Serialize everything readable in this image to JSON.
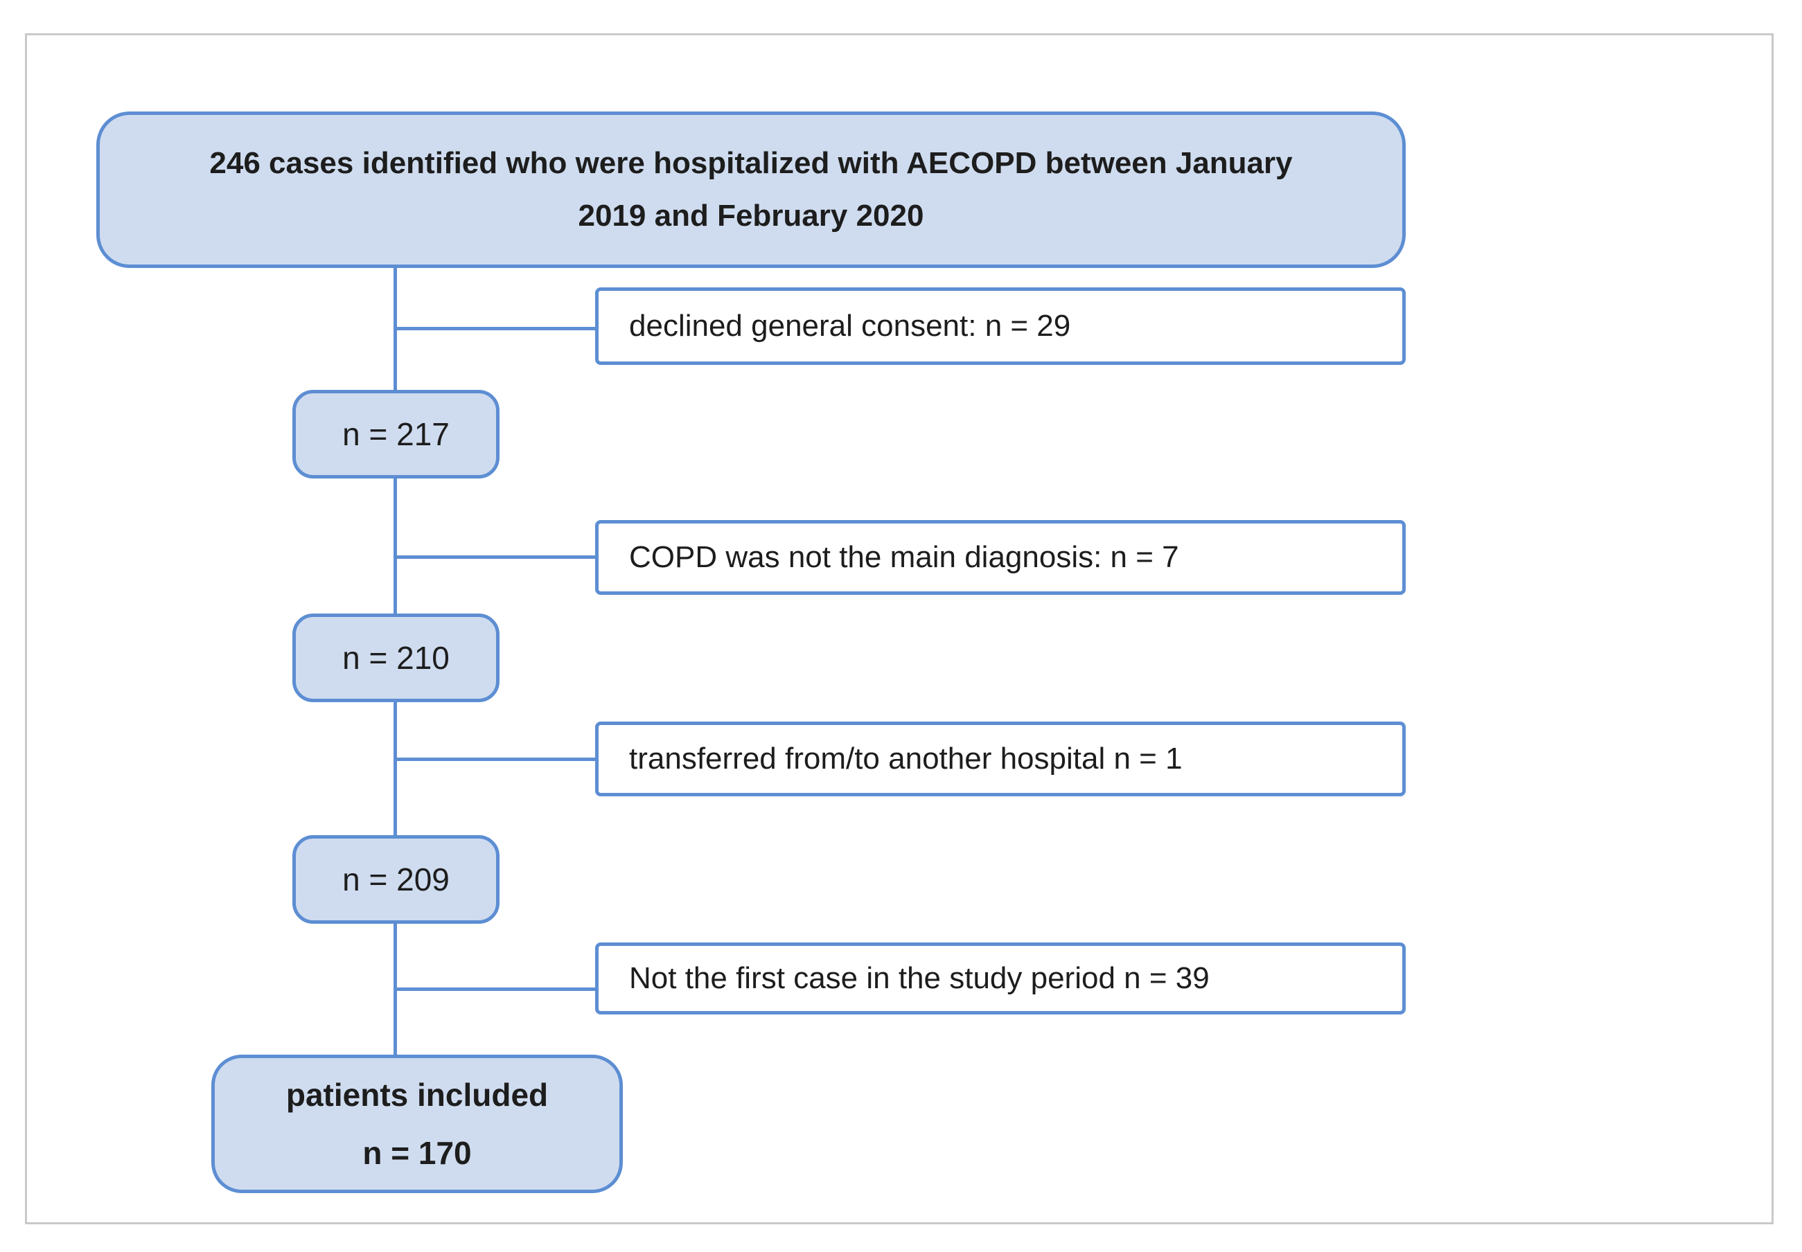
{
  "flow": {
    "identified": {
      "lines": [
        "246 cases identified who were hospitalized with AECOPD between January",
        "2019 and February 2020"
      ]
    },
    "counts": [
      {
        "label": "n = 217"
      },
      {
        "label": "n = 210"
      },
      {
        "label": "n = 209"
      }
    ],
    "exclusions": [
      {
        "label": "declined general consent: n = 29"
      },
      {
        "label": "COPD was not the main diagnosis: n = 7"
      },
      {
        "label": "transferred from/to another hospital n = 1"
      },
      {
        "label": "Not the first case in the study period n = 39"
      }
    ],
    "included": {
      "lines": [
        "patients included",
        "n = 170"
      ]
    }
  },
  "colors": {
    "background": "#ffffff",
    "frame_border": "#c9c9c9",
    "node_fill": "#cfdcef",
    "node_border": "#5d8ed3",
    "exclusion_fill": "#ffffff",
    "exclusion_border": "#5d8ed3",
    "connector": "#5d8ed3",
    "text": "#1d1d1d"
  }
}
